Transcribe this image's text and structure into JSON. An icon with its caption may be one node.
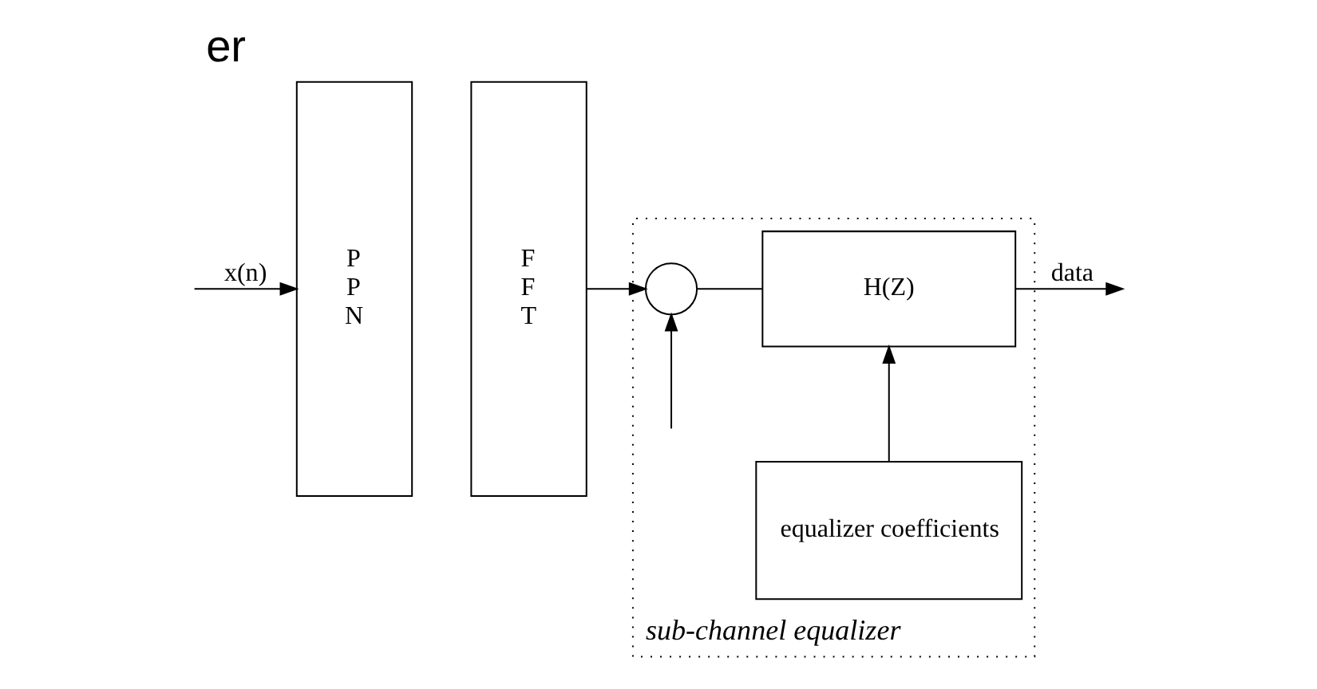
{
  "diagram": {
    "title": "er",
    "nodes": [
      {
        "text": [
          "P P N"
        ]
      },
      {
        "text": [
          "F F T"
        ]
      },
      {
        "text": [
          "sub-channel equalizer"
        ]
      },
      {
        "text": [],
        "shape": "circle",
        "in": 2
      },
      {
        "text": [
          "H(Z)"
        ],
        "in": 2
      },
      {
        "text": [
          "equalizer coefficients"
        ],
        "in": 2
      }
    ],
    "edges": [
      {
        "from": null,
        "to": 0,
        "arrow": "to",
        "label": "x(n)"
      },
      {
        "from": 1,
        "to": 3,
        "arrow": "to"
      },
      {
        "from": null,
        "to": 3,
        "arrow": "to"
      },
      {
        "from": 3,
        "to": 4,
        "arrow": "none"
      },
      {
        "from": 5,
        "to": 4,
        "arrow": "to"
      },
      {
        "from": 4,
        "to": null,
        "arrow": "to",
        "label": "data"
      }
    ]
  }
}
